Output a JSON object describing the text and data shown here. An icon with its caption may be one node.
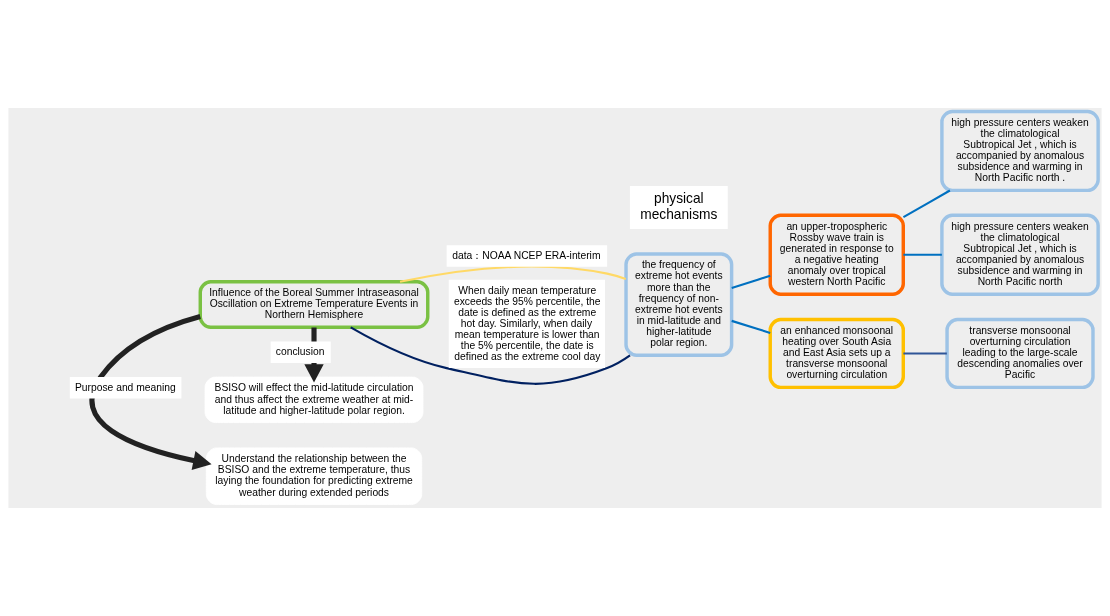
{
  "diagram": {
    "nodes": [
      {
        "text": [
          "Influence of the Boreal Summer Intraseasonal Oscillation on Extreme Temperature Events in Northern Hemisphere"
        ]
      },
      {
        "text": [
          "Understand the relationship between the BSISO and the extreme temperature, thus laying the foundation for predicting extreme weather during extended periods"
        ]
      },
      {
        "text": [
          "BSISO will effect the mid-latitude circulation and thus affect the extreme weather at mid-latitude and higher-latitude polar region."
        ]
      },
      {
        "text": [
          "the frequency of extreme hot events more than the frequency of non-extreme hot events in mid-latitude and higher-latitude polar region."
        ]
      },
      {
        "text": [
          "an upper-tropospheric Rossby wave train is generated in response to a negative heating anomaly over tropical western North Pacific"
        ]
      },
      {
        "text": [
          "an enhanced monsoonal heating over South Asia and East Asia sets up a transverse monsoonal overturning circulation"
        ]
      },
      {
        "text": [
          "high pressure centers weaken the climatological Subtropical Jet , which is accompanied by anomalous subsidence and warming in North Pacific north ."
        ]
      },
      {
        "text": [
          "high pressure centers weaken the climatological Subtropical Jet , which is accompanied by anomalous subsidence and warming in North Pacific north"
        ]
      },
      {
        "text": [
          "transverse monsoonal overturning circulation leading to the large-scale descending anomalies over Pacific"
        ]
      }
    ],
    "edges": [
      {
        "from": 0,
        "to": 1,
        "arrow": "to",
        "label": "Purpose and meaning",
        "style": "thick",
        "color": "#222222"
      },
      {
        "from": 0,
        "to": 2,
        "arrow": "to",
        "label": "conclusion",
        "style": "thick",
        "color": "#222222"
      },
      {
        "from": 0,
        "to": 3,
        "arrow": "none",
        "label": "data：NOAA NCEP ERA-interim",
        "color": "#ffd966"
      },
      {
        "from": 0,
        "to": 3,
        "arrow": "none",
        "label": "When daily mean temperature exceeds the 95% percentile, the date is defined as the extreme hot day. Similarly, when daily mean temperature is lower than the 5% percentile, the date is defined as the extreme cool day",
        "color": "#002060"
      },
      {
        "from": 3,
        "to": 4,
        "arrow": "none"
      },
      {
        "from": 3,
        "to": 5,
        "arrow": "none"
      },
      {
        "from": 4,
        "to": 6,
        "arrow": "none"
      },
      {
        "from": 4,
        "to": 7,
        "arrow": "none"
      },
      {
        "from": 5,
        "to": 8,
        "arrow": "none",
        "color": "#2f5597"
      }
    ],
    "labels": [
      "physical mechanisms"
    ]
  }
}
